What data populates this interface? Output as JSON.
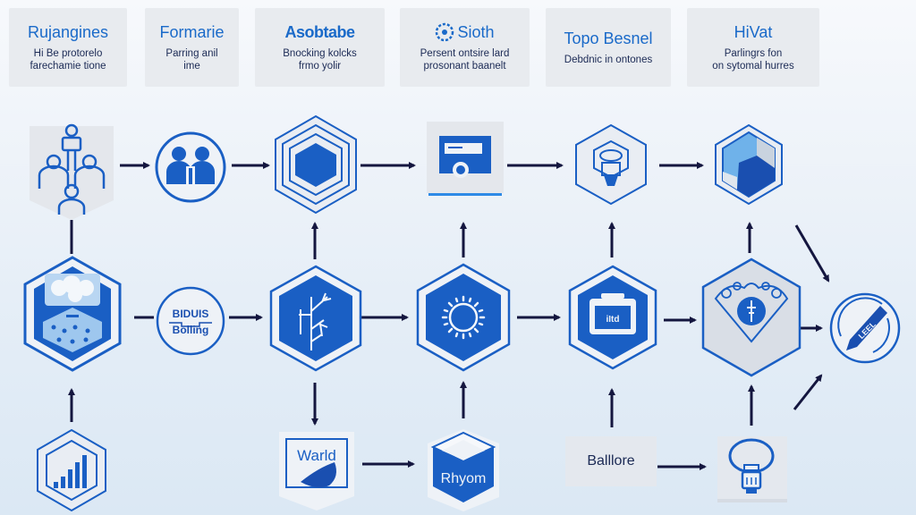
{
  "header_cards": [
    {
      "title": "Rujangines",
      "subtitle_lines": [
        "Hi Be protorelo",
        "farechamie tione"
      ]
    },
    {
      "title": "Formarie",
      "subtitle_lines": [
        "Parring anil",
        "ime"
      ]
    },
    {
      "title": "Asobtabe",
      "subtitle_lines": [
        "Bnocking kolcks",
        "frmo yolir"
      ]
    },
    {
      "title": "Sioth",
      "subtitle_lines": [
        "Persent ontsire lard",
        "prosonant baanelt"
      ]
    },
    {
      "title": "Topo Besnel",
      "subtitle_lines": [
        "Debdnic in ontones"
      ]
    },
    {
      "title": "HiVat",
      "subtitle_lines": [
        "Parlingrs fon",
        "on sytomal hurres"
      ]
    }
  ],
  "nodes": {
    "team": {
      "icon": "team-hierarchy-icon"
    },
    "people": {
      "icon": "people-icon"
    },
    "cube_layers": {
      "icon": "layered-hexagon-icon"
    },
    "browser": {
      "icon": "browser-window-icon"
    },
    "lightbulb_tower": {
      "icon": "lighthouse-icon"
    },
    "box_3d": {
      "icon": "cube-icon"
    },
    "cloud_db": {
      "icon": "cloud-database-icon"
    },
    "circuit": {
      "icon": "circuit-icon",
      "text_top": "BIDUIS",
      "text_bottom": "Bolling"
    },
    "tree": {
      "icon": "tree-branch-icon"
    },
    "sun": {
      "icon": "sun-icon"
    },
    "calendar": {
      "icon": "calendar-icon",
      "text": "iItd"
    },
    "shield_globe": {
      "icon": "shield-globe-icon"
    },
    "pen": {
      "icon": "pen-icon",
      "text": "LEEL"
    },
    "chart": {
      "icon": "bar-chart-icon"
    },
    "ward": {
      "icon": "ward-icon",
      "text": "Warld"
    },
    "rhyom": {
      "icon": "cube-label-icon",
      "text": "Rhyom"
    },
    "ballore": {
      "text": "Balllore"
    },
    "bulb": {
      "icon": "lightbulb-icon"
    }
  },
  "colors": {
    "primary": "#1a5fc4",
    "dark_blue": "#1446a8",
    "arrow": "#14163f",
    "card_bg": "#e8ebef",
    "title_blue": "#1a6ac9",
    "text_dark": "#1b2a55"
  }
}
